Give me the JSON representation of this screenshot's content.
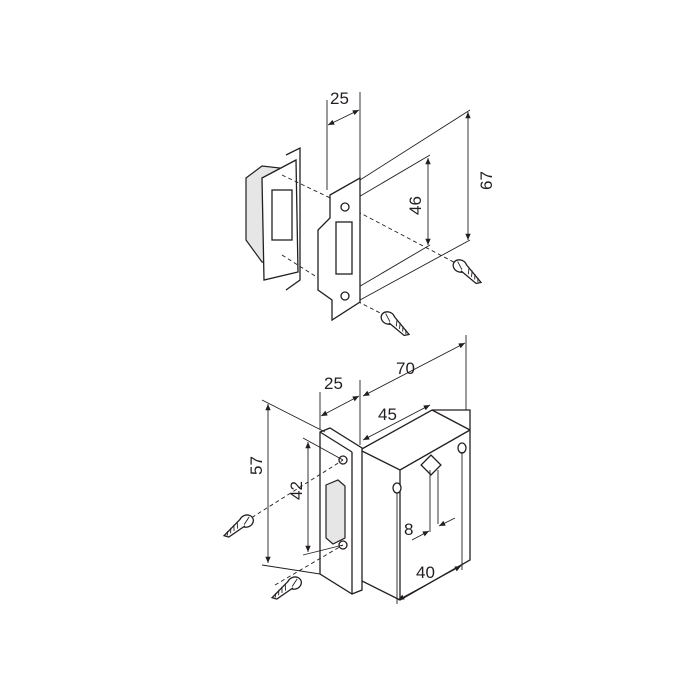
{
  "strike_plate": {
    "dimensions": {
      "plate_width": "25",
      "plate_height": "67",
      "hole_spacing": "46"
    }
  },
  "latch": {
    "dimensions": {
      "overall_length": "70",
      "faceplate_width": "25",
      "backset": "45",
      "faceplate_height": "57",
      "hole_spacing": "42",
      "spindle": "8",
      "body_length": "40"
    }
  }
}
